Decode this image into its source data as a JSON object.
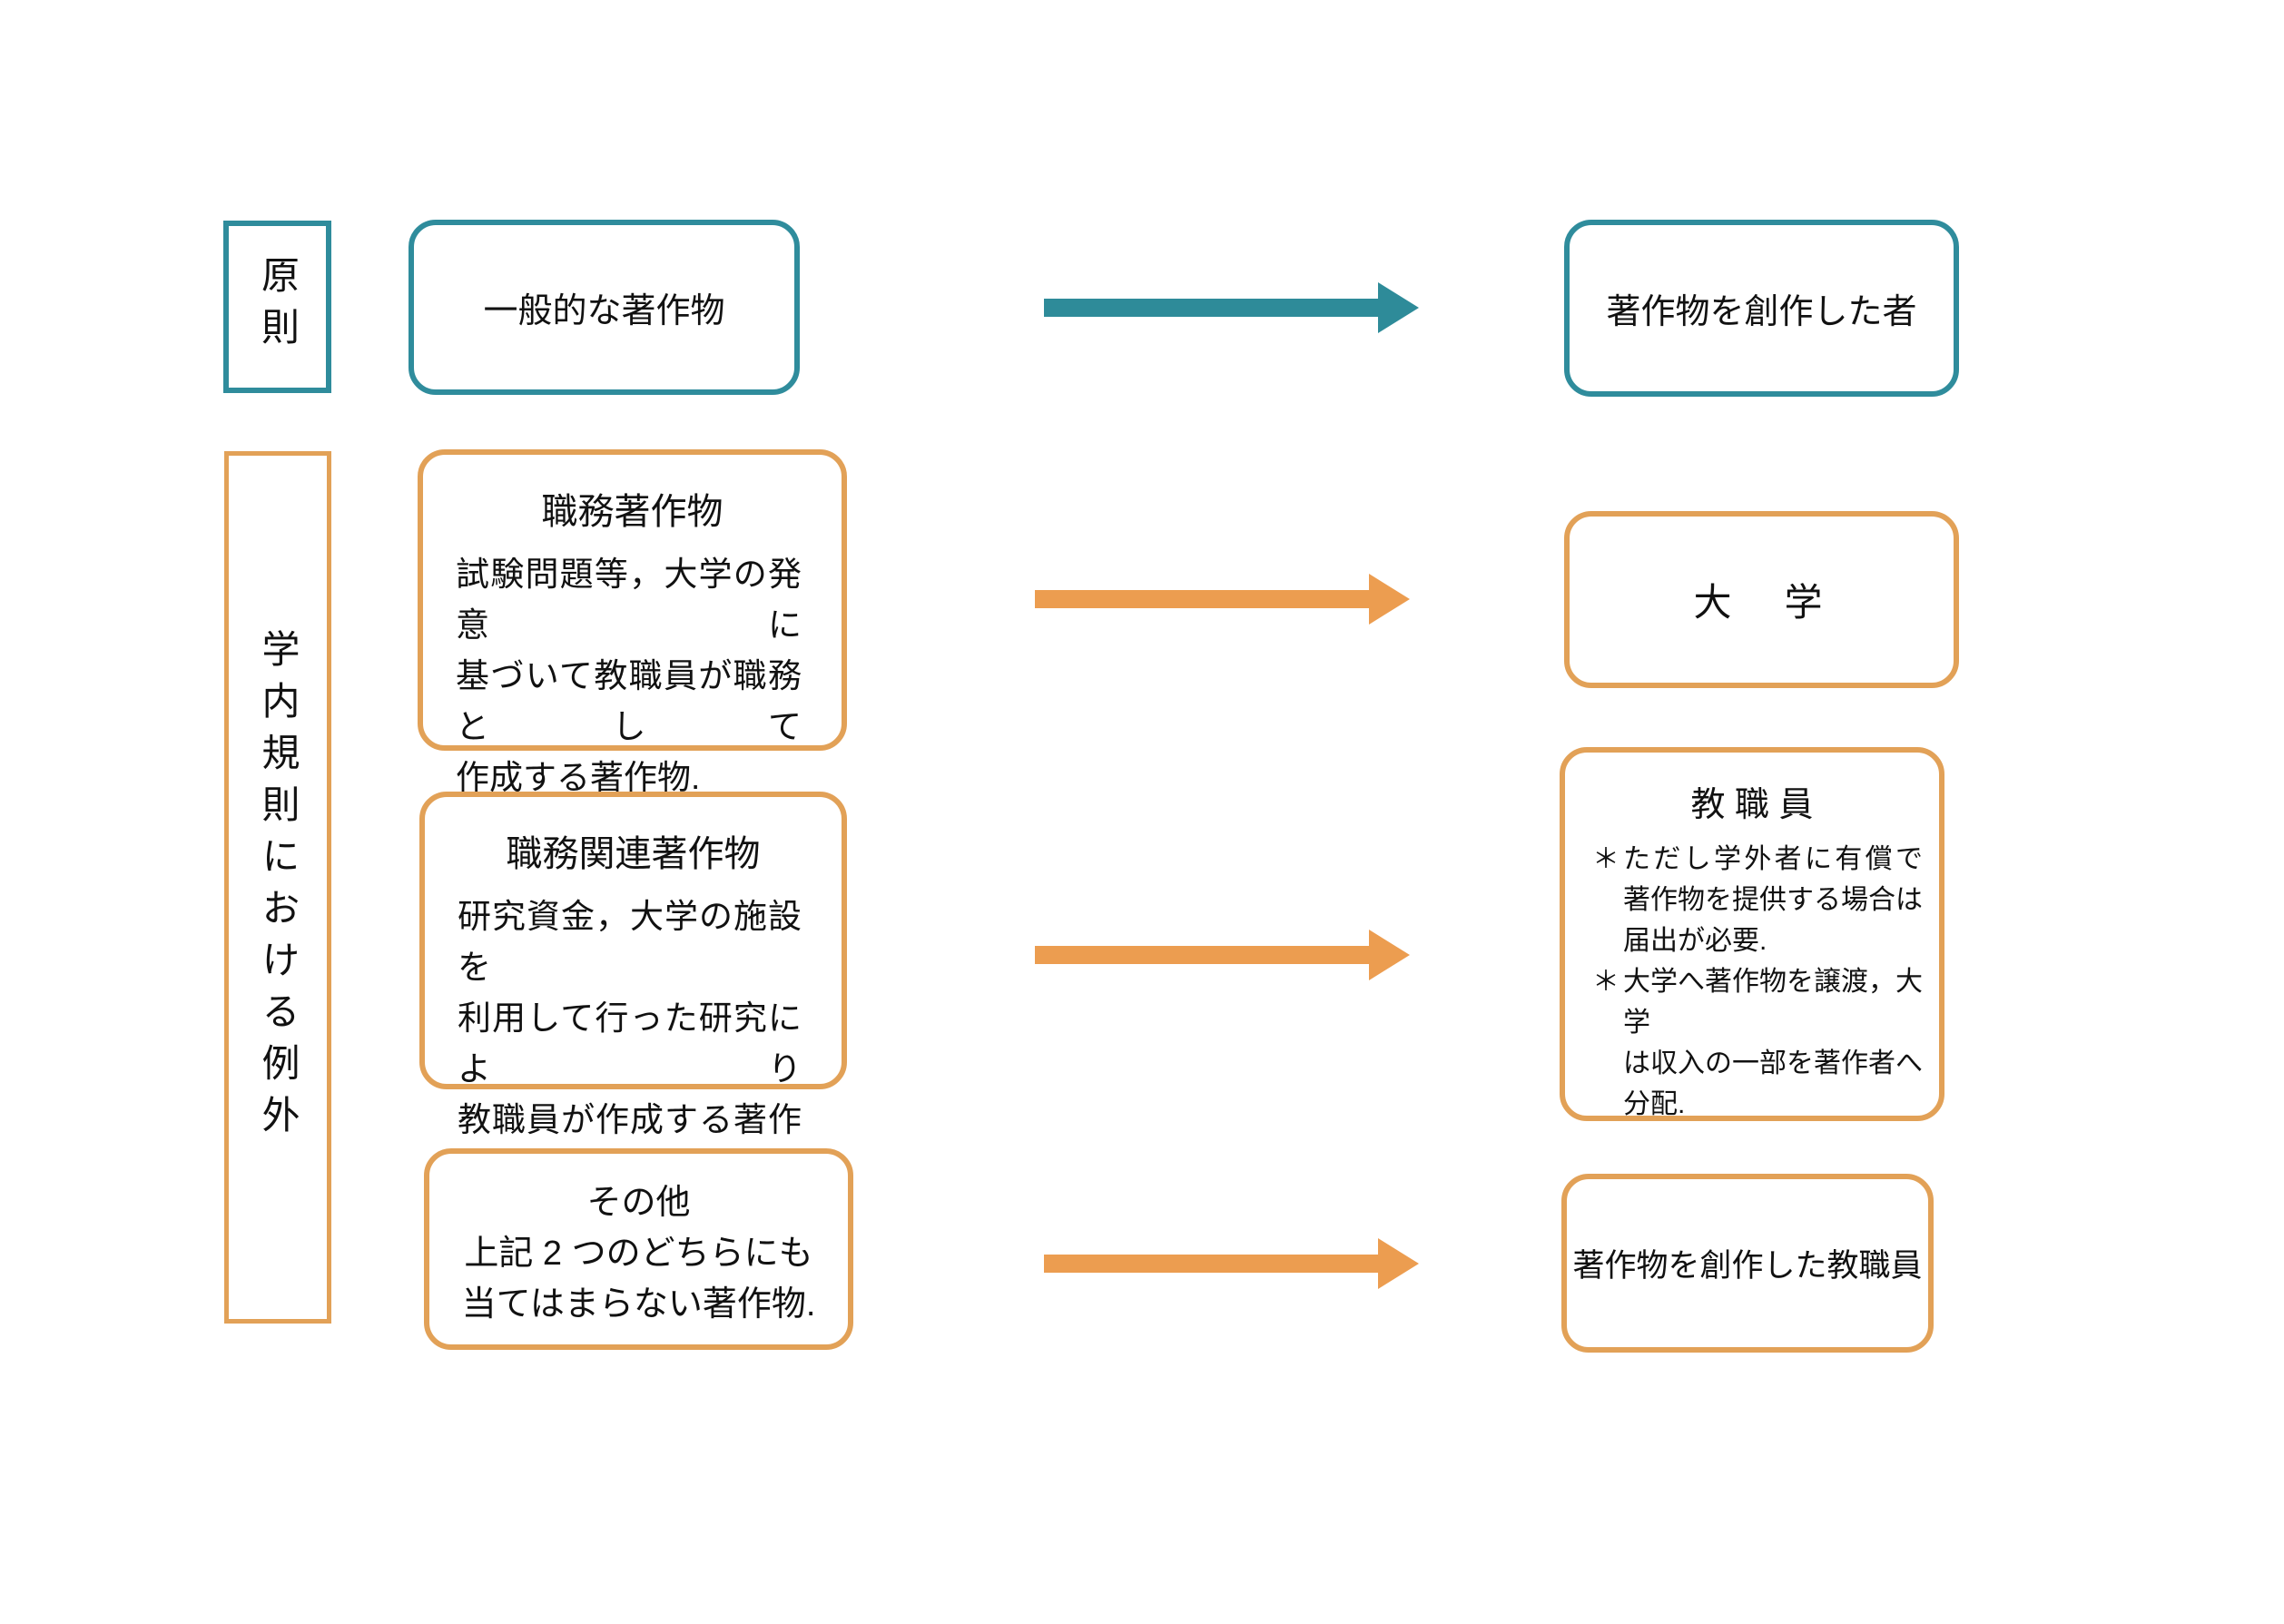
{
  "colors": {
    "teal": "#2f8c9c",
    "teal_arrow": "#2e8b99",
    "orange_border": "#e2a157",
    "orange_arrow": "#ec9d50",
    "text": "#111111",
    "background": "#ffffff"
  },
  "left_labels": {
    "principle": "原則",
    "exception": "学内規則における例外"
  },
  "sources": {
    "general": {
      "title": "一般的な著作物"
    },
    "shokumu": {
      "title": "職務著作物",
      "line1": "試験問題等，大学の発意に",
      "line2": "基づいて教職員が職務として",
      "line3": "作成する著作物."
    },
    "kanren": {
      "title": "職務関連著作物",
      "line1": "研究資金，大学の施設を",
      "line2": "利用して行った研究により",
      "line3": "教職員が作成する著作物."
    },
    "sonota": {
      "title": "その他",
      "line1": "上記 2 つのどちらにも",
      "line2": "当てはまらない著作物."
    }
  },
  "targets": {
    "creator": {
      "title": "著作物を創作した者"
    },
    "university": {
      "title": "大　学"
    },
    "staff": {
      "title": "教 職 員",
      "note1_marker": "＊",
      "note1_line1": "ただし学外者に有償で",
      "note1_line2": "著作物を提供する場合は",
      "note1_line3": "届出が必要.",
      "note2_marker": "＊",
      "note2_line1": "大学へ著作物を譲渡，大学",
      "note2_line2": "は収入の一部を著作者へ",
      "note2_line3": "分配."
    },
    "staff_creator": {
      "title": "著作物を創作した教職員"
    }
  }
}
